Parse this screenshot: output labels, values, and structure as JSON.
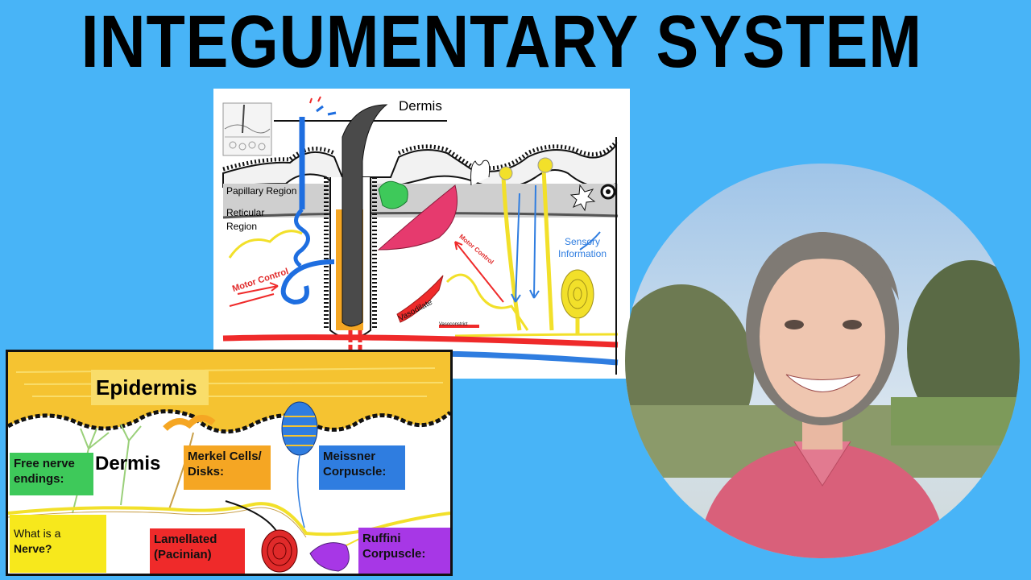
{
  "title": "INTEGUMENTARY SYSTEM",
  "top_diagram": {
    "heading": "Dermis",
    "papillary": "Papillary Region",
    "reticular_line1": "Reticular",
    "reticular_line2": "Region",
    "motor_control_1": "Motor Control",
    "motor_control_2": "Motor Control",
    "sensory_line1": "Sensory",
    "sensory_line2": "Information",
    "vasodilate": "Vasodilate",
    "vasoconstrict": "Vasoconstrict"
  },
  "bottom_diagram": {
    "epidermis": "Epidermis",
    "dermis": "Dermis",
    "free_nerve_line1": "Free nerve",
    "free_nerve_line2": "endings:",
    "merkel_line1": "Merkel Cells/",
    "merkel_line2": "Disks:",
    "meissner_line1": "Meissner",
    "meissner_line2": "Corpuscle:",
    "nerve_line1": "What is a",
    "nerve_line2": "Nerve?",
    "lamellated_line1": "Lamellated",
    "lamellated_line2": "(Pacinian)",
    "ruffini_line1": "Ruffini",
    "ruffini_line2": "Corpuscle:"
  },
  "colors": {
    "background": "#48b4f7",
    "green_box": "#3ec95a",
    "orange_box": "#f5a623",
    "blue_box": "#2f7de0",
    "yellow_box": "#f7e81c",
    "red_box": "#ef2a2a",
    "purple_box": "#a737e6",
    "epidermis": "#f5c331"
  }
}
